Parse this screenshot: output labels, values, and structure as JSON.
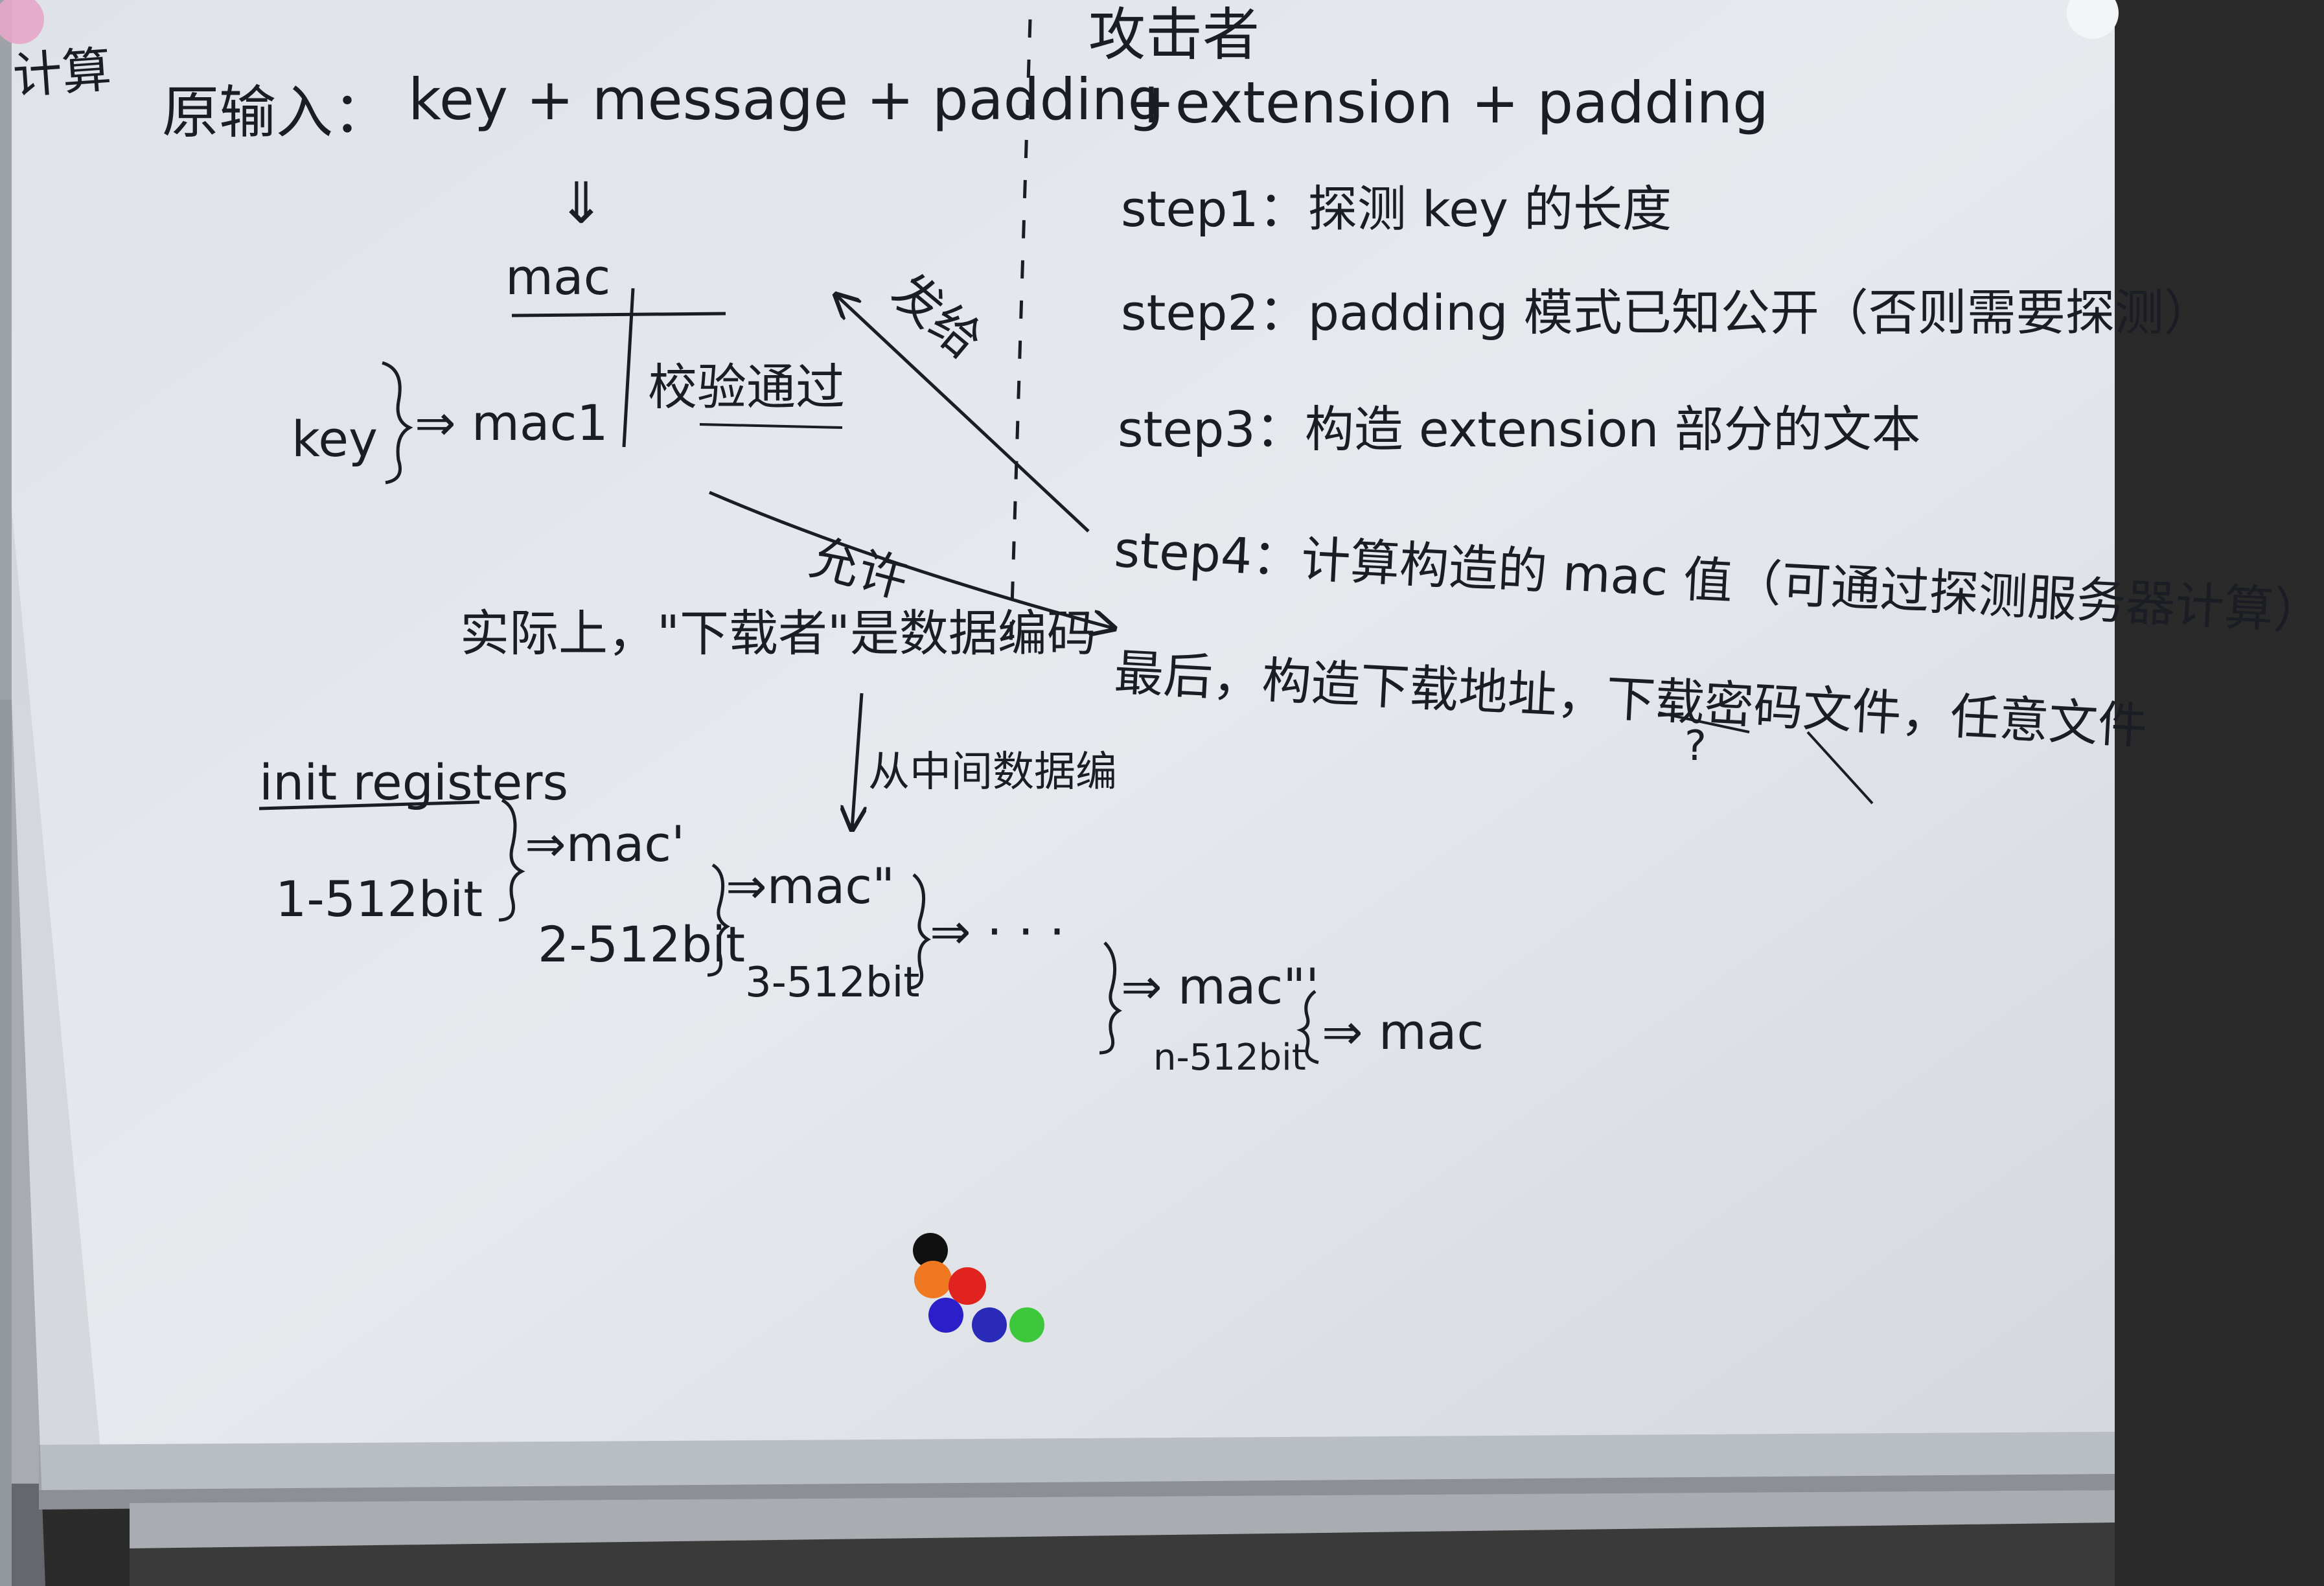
{
  "left_column": {
    "corner_label": "计算",
    "original_input_label": "原输入：",
    "original_input_formula": "key + message + padding",
    "double_arrow": "⇓",
    "mac_label": "mac",
    "key_label": "key",
    "mac1_label": "⇒ mac1",
    "verify_pass": "校验通过",
    "actually_note": "实际上，\"下载者\"是数据编码",
    "from_middle_note": "从中间数据编"
  },
  "arrows": {
    "send_label": "发给",
    "allow_label": "允许"
  },
  "right_column": {
    "attacker_title": "攻击者",
    "attacker_formula": "+extension + padding",
    "steps": [
      "step1：探测 key 的长度",
      "step2：padding 模式已知公开（否则需要探测）",
      "step3：构造 extension 部分的文本",
      "step4：计算构造的 mac 值（可通过探测服务器计算）"
    ],
    "final_note": "最后，构造下载地址，下载密码文件，任意文件",
    "question_mark": "?"
  },
  "register_chain": {
    "init_label": "init registers",
    "blocks": [
      "1-512bit",
      "2-512bit",
      "3-512bit",
      "n-512bit"
    ],
    "macs": [
      "⇒mac'",
      "⇒mac\"",
      "⇒ · · ·",
      "⇒ mac\"'",
      "⇒ mac"
    ]
  },
  "magnets": [
    {
      "color": "#111111"
    },
    {
      "color": "#f07820"
    },
    {
      "color": "#e0231e"
    },
    {
      "color": "#2a1fc8"
    },
    {
      "color": "#2a2ab8"
    },
    {
      "color": "#3cc83a"
    }
  ]
}
